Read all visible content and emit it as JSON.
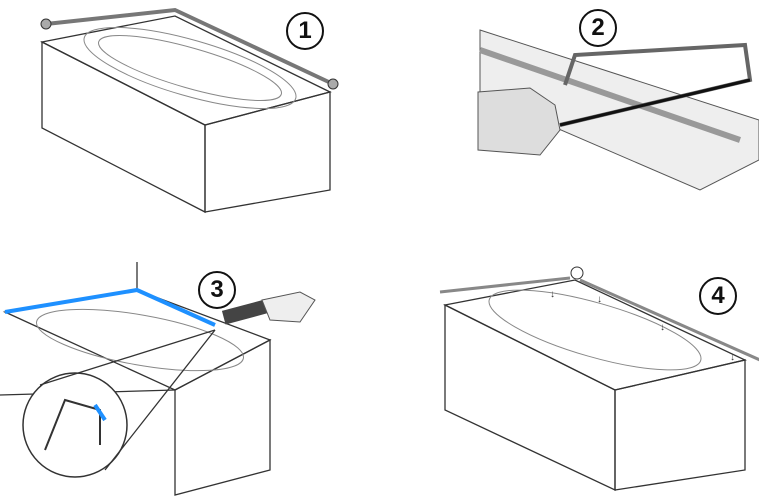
{
  "steps": [
    {
      "number": "1"
    },
    {
      "number": "2"
    },
    {
      "number": "3"
    },
    {
      "number": "4"
    }
  ],
  "colors": {
    "highlight": "#1e90ff",
    "line": "#333333"
  }
}
